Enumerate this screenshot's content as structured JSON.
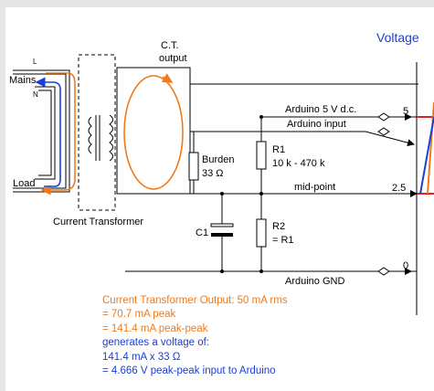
{
  "title": "Voltage",
  "labels": {
    "ct_output_line1": "C.T.",
    "ct_output_line2": "output",
    "L": "L",
    "mains": "Mains",
    "N": "N",
    "load": "Load",
    "current_transformer": "Current Transformer",
    "burden_line1": "Burden",
    "burden_line2": "33 Ω",
    "r1_line1": "R1",
    "r1_line2": "10 k - 470 k",
    "r2_line1": "R2",
    "r2_line2": "= R1",
    "c1": "C1",
    "arduino_5v": "Arduino 5 V d.c.",
    "arduino_input": "Arduino input",
    "mid_point": "mid-point",
    "arduino_gnd": "Arduino GND",
    "tick_5": "5",
    "tick_2_5": "2.5",
    "tick_0": "0"
  },
  "notes": [
    "Current Transformer Output: 50 mA rms",
    "= 70.7 mA peak",
    "= 141.4 mA peak-peak",
    "generates a voltage of:",
    "141.4 mA x 33 Ω",
    "= 4.666 V peak-peak input to Arduino"
  ],
  "colors": {
    "orange": "#f07a1a",
    "blue": "#1a3fd6",
    "red": "#e0202a",
    "wire": "#000000"
  }
}
